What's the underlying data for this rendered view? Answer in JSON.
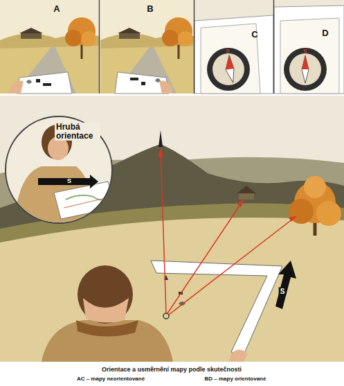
{
  "diagram": {
    "caption": "Orientace a usměrnění mapy podle skutečnosti",
    "labels": [
      "A",
      "B",
      "C",
      "D",
      "S",
      "S",
      "Hrubá orientace",
      "S",
      "S",
      "AC – mapy neorientované",
      "BD – mapy orientované"
    ]
  }
}
